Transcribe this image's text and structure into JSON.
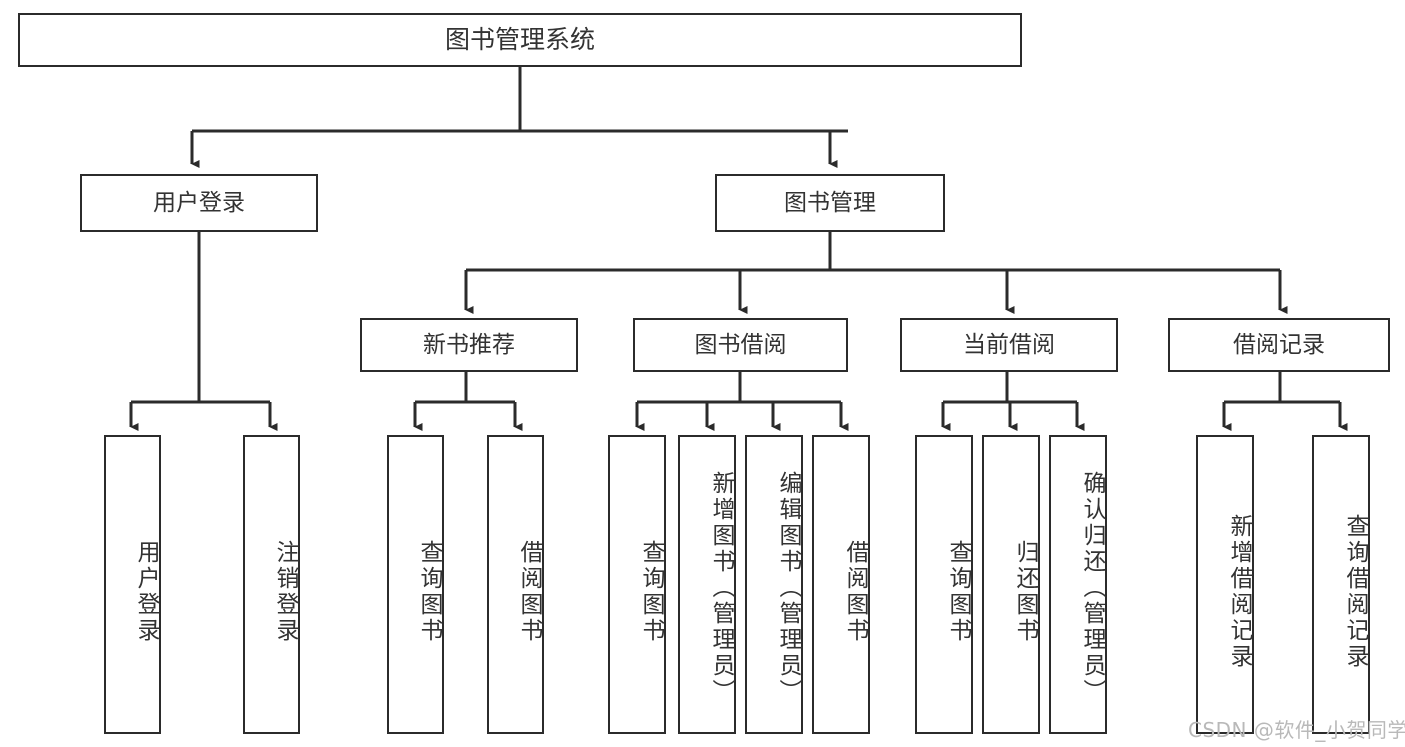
{
  "diagram": {
    "title": "图书管理系统",
    "type": "tree-hierarchy",
    "watermark": "CSDN @软件_小贺同学",
    "colors": {
      "border": "#2b2b2b",
      "text": "#333333",
      "background": "#ffffff",
      "connector": "#2b2b2b",
      "watermark": "#b9b9b9"
    },
    "root": {
      "label": "图书管理系统"
    },
    "level2": [
      {
        "label": "用户登录"
      },
      {
        "label": "图书管理"
      }
    ],
    "level3": [
      {
        "label": "新书推荐"
      },
      {
        "label": "图书借阅"
      },
      {
        "label": "当前借阅"
      },
      {
        "label": "借阅记录"
      }
    ],
    "leaves": {
      "user_login": [
        {
          "label": "用户登录"
        },
        {
          "label": "注销登录"
        }
      ],
      "new_book_recommend": [
        {
          "label": "查询图书"
        },
        {
          "label": "借阅图书"
        }
      ],
      "book_borrow": [
        {
          "label": "查询图书"
        },
        {
          "label": "新增图书（管理员）"
        },
        {
          "label": "编辑图书（管理员）"
        },
        {
          "label": "借阅图书"
        }
      ],
      "current_borrow": [
        {
          "label": "查询图书"
        },
        {
          "label": "归还图书"
        },
        {
          "label": "确认归还（管理员）"
        }
      ],
      "borrow_record": [
        {
          "label": "新增借阅记录"
        },
        {
          "label": "查询借阅记录"
        }
      ]
    }
  }
}
